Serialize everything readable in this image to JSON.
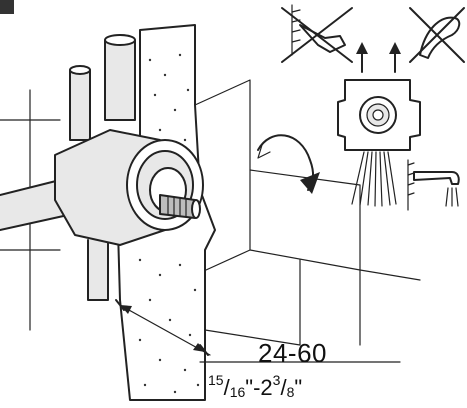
{
  "dimension": {
    "metric": "24-60",
    "imperial": {
      "whole_a": "15",
      "den_a": "16",
      "sep": "\"-2",
      "whole_b": "3",
      "den_b": "8",
      "end": "\""
    }
  }
}
